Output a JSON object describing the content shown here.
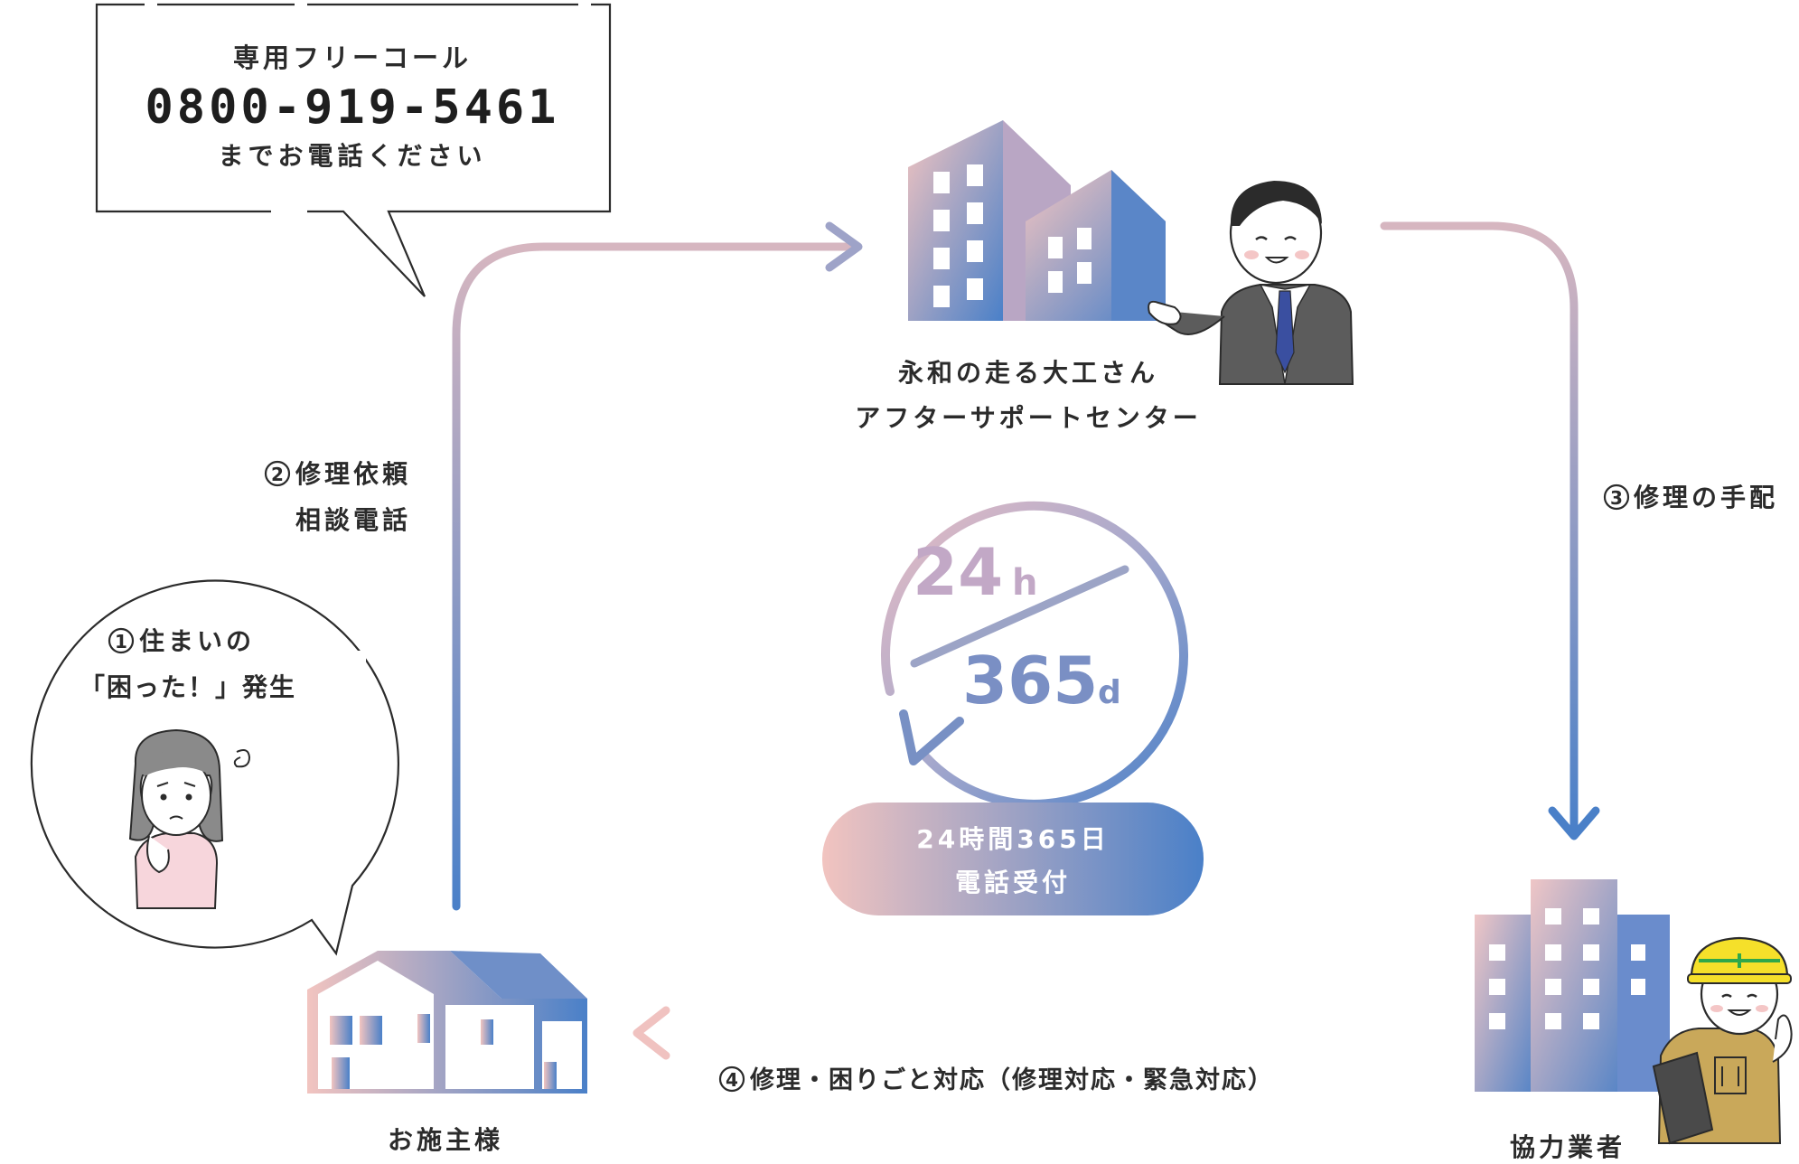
{
  "freecall": {
    "heading": "専用フリーコール",
    "number": "0800-919-5461",
    "footer": "までお電話ください"
  },
  "nodes": {
    "center_line1": "永和の走る大工さん",
    "center_line2": "アフターサポートセンター",
    "owner": "お施主様",
    "partner": "協力業者"
  },
  "steps": {
    "step1_line1": "住まいの",
    "step1_line2": "「困った！」発生",
    "step2_line1": "修理依頼",
    "step2_line2": "相談電話",
    "step3": "修理の手配",
    "step4": "修理・困りごと対応（修理対応・緊急対応）"
  },
  "badge": {
    "hours": "24",
    "hours_unit": "h",
    "days": "365",
    "days_unit": "d",
    "pill_line1": "24時間365日",
    "pill_line2": "電話受付"
  },
  "colors": {
    "gradient_start": "#f2c4c0",
    "gradient_end": "#4a80c8",
    "arrow_mid": "#b9a6c2"
  }
}
